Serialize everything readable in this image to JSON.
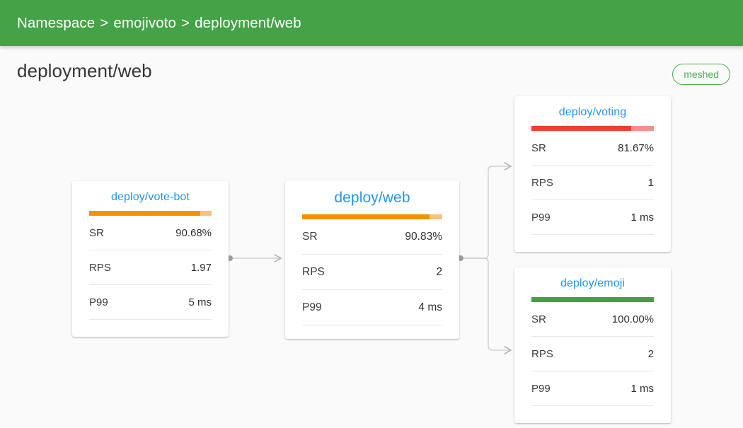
{
  "app_bar": {
    "breadcrumb": {
      "items": [
        "Namespace",
        "emojivoto",
        "deployment/web"
      ],
      "separator": ">"
    },
    "background_color": "#45a247"
  },
  "header": {
    "page_title": "deployment/web",
    "badge": {
      "label": "meshed",
      "color": "#4caf50"
    }
  },
  "colors": {
    "link_blue": "#2196f3",
    "orange": "#f59000",
    "orange_light": "#fbc176",
    "red": "#f03e2f",
    "red_light": "#f29289",
    "green": "#3ea14a",
    "green_light": "#8fc996",
    "page_background": "#fafafa",
    "card_background": "#ffffff",
    "edge_stroke": "#c9c9c9"
  },
  "graph": {
    "metric_labels": {
      "sr": "SR",
      "rps": "RPS",
      "p99": "P99"
    },
    "nodes": [
      {
        "id": "vote-bot",
        "title": "deploy/vote-bot",
        "primary": false,
        "success_rate_pct": 90.68,
        "bar_color": "#f59000",
        "bar_rest_color": "#fbc176",
        "metrics": [
          {
            "label": "SR",
            "value": "90.68%"
          },
          {
            "label": "RPS",
            "value": "1.97"
          },
          {
            "label": "P99",
            "value": "5 ms"
          }
        ]
      },
      {
        "id": "web",
        "title": "deploy/web",
        "primary": true,
        "success_rate_pct": 90.83,
        "bar_color": "#f59000",
        "bar_rest_color": "#fbc176",
        "metrics": [
          {
            "label": "SR",
            "value": "90.83%"
          },
          {
            "label": "RPS",
            "value": "2"
          },
          {
            "label": "P99",
            "value": "4 ms"
          }
        ]
      },
      {
        "id": "voting",
        "title": "deploy/voting",
        "primary": false,
        "success_rate_pct": 81.67,
        "bar_color": "#f03e2f",
        "bar_rest_color": "#f29289",
        "metrics": [
          {
            "label": "SR",
            "value": "81.67%"
          },
          {
            "label": "RPS",
            "value": "1"
          },
          {
            "label": "P99",
            "value": "1 ms"
          }
        ]
      },
      {
        "id": "emoji",
        "title": "deploy/emoji",
        "primary": false,
        "success_rate_pct": 100.0,
        "bar_color": "#3ea14a",
        "bar_rest_color": "#3ea14a",
        "metrics": [
          {
            "label": "SR",
            "value": "100.00%"
          },
          {
            "label": "RPS",
            "value": "2"
          },
          {
            "label": "P99",
            "value": "1 ms"
          }
        ]
      }
    ],
    "edges": [
      {
        "from": "vote-bot",
        "to": "web"
      },
      {
        "from": "web",
        "to": "voting"
      },
      {
        "from": "web",
        "to": "emoji"
      }
    ]
  }
}
